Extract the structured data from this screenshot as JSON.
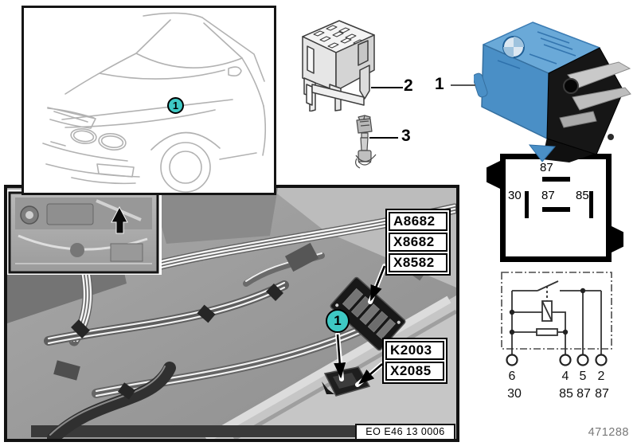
{
  "page": {
    "doc_number": "471288"
  },
  "colors": {
    "callout_teal": "#3EC9C4",
    "relay_blue": "#4A8FC6"
  },
  "callouts": {
    "car_location": "1",
    "relay_socket": "2",
    "pin_terminal": "3",
    "relay_part": "1",
    "photo_location": "1"
  },
  "pin_diagram": {
    "top_pin": "87",
    "left_pin": "30",
    "center_pin": "87",
    "right_pin": "85"
  },
  "schematic": {
    "terminals": [
      "6",
      "4",
      "5",
      "2"
    ],
    "pins": [
      "30",
      "85",
      "87",
      "87"
    ]
  },
  "photo": {
    "module_labels": [
      "A8682",
      "X8682",
      "X8582"
    ],
    "relay_labels": [
      "K2003",
      "X2085"
    ],
    "stamp": "EO E46 13 0006"
  }
}
